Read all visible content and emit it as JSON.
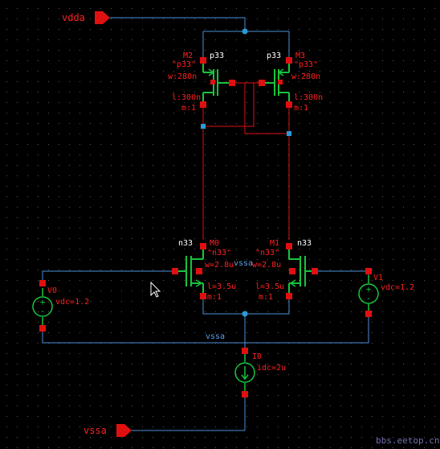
{
  "pins": {
    "vdda": "vdda",
    "vssa": "vssa"
  },
  "net_labels": {
    "vssa_top": "vssa",
    "vssa_bottom": "vssa"
  },
  "instances": {
    "m2": {
      "name": "M2",
      "model": "\"p33\"",
      "type": "p33",
      "w": "w:280n",
      "l": "l:300n",
      "m": "m:1"
    },
    "m3": {
      "name": "M3",
      "model": "\"p33\"",
      "type": "p33",
      "w": "w:280n",
      "l": "l:300n",
      "m": "m:1"
    },
    "m0": {
      "name": "M0",
      "model": "\"n33\"",
      "type": "n33",
      "w": "w=2.8u",
      "l": "l=3.5u",
      "m": "m:1"
    },
    "m1": {
      "name": "M1",
      "model": "\"n33\"",
      "type": "n33",
      "w": "w=2.8u",
      "l": "l=3.5u",
      "m": "m:1"
    },
    "v0": {
      "name": "V0",
      "param": "vdc=1.2"
    },
    "v1": {
      "name": "V1",
      "param": "vdc=1.2"
    },
    "i0": {
      "name": "I0",
      "param": "idc=2u"
    }
  },
  "watermark": "bbs.eetop.cn",
  "colors": {
    "background": "#000000",
    "grid_dot": "#5a5a5a",
    "wire": "#4a90d9",
    "label_red": "#ff2020",
    "device_green": "#17c43c",
    "pin_square": "#e01010",
    "pin_shape": "#e01010",
    "net_label": "#5aa0e8",
    "junction": "#2a9bd8",
    "watermark": "#7070b0"
  }
}
